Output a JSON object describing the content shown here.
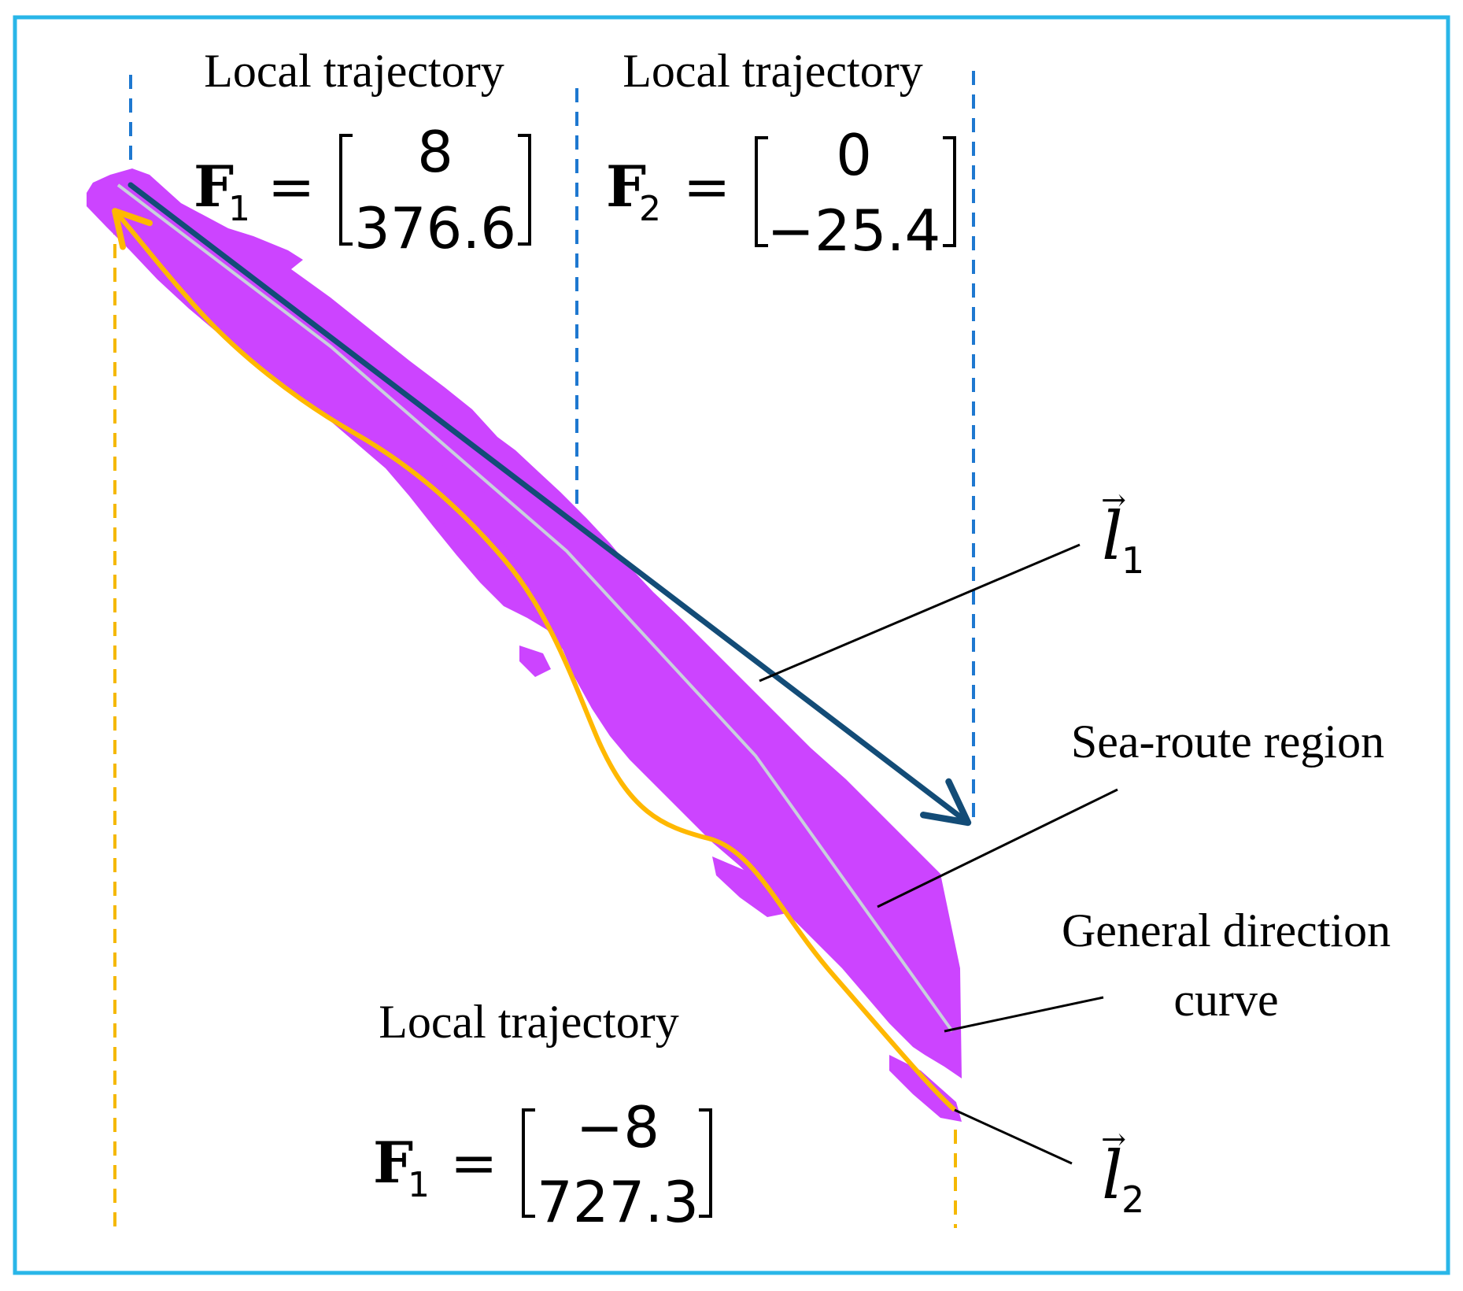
{
  "colors": {
    "frame": "#29B6E8",
    "blue_guide": "#1E78D0",
    "orange_guide": "#F5B800",
    "sea_route": "#CC44FF",
    "general_direction": "#C8D0DC",
    "vector_l1": "#134C77",
    "vector_l2": "#FFB800",
    "leader": "#000000"
  },
  "labels": {
    "local_trajectory_1": "Local trajectory",
    "local_trajectory_2": "Local trajectory",
    "local_trajectory_3": "Local trajectory",
    "sea_route_region": "Sea-route region",
    "general_direction_line1": "General direction",
    "general_direction_line2": "curve"
  },
  "equations": {
    "eq1": {
      "symbol": "F",
      "subscript": "1",
      "equals": "=",
      "top": "8",
      "bottom": "376.6"
    },
    "eq2": {
      "symbol": "F",
      "subscript": "2",
      "equals": "=",
      "top": "0",
      "bottom": "−25.4"
    },
    "eq3": {
      "symbol": "F",
      "subscript": "1",
      "equals": "=",
      "top": "−8",
      "bottom": "727.3"
    }
  },
  "vectors": {
    "l1": {
      "symbol": "l",
      "subscript": "1",
      "arrow": "→"
    },
    "l2": {
      "symbol": "l",
      "subscript": "2",
      "arrow": "→"
    }
  }
}
